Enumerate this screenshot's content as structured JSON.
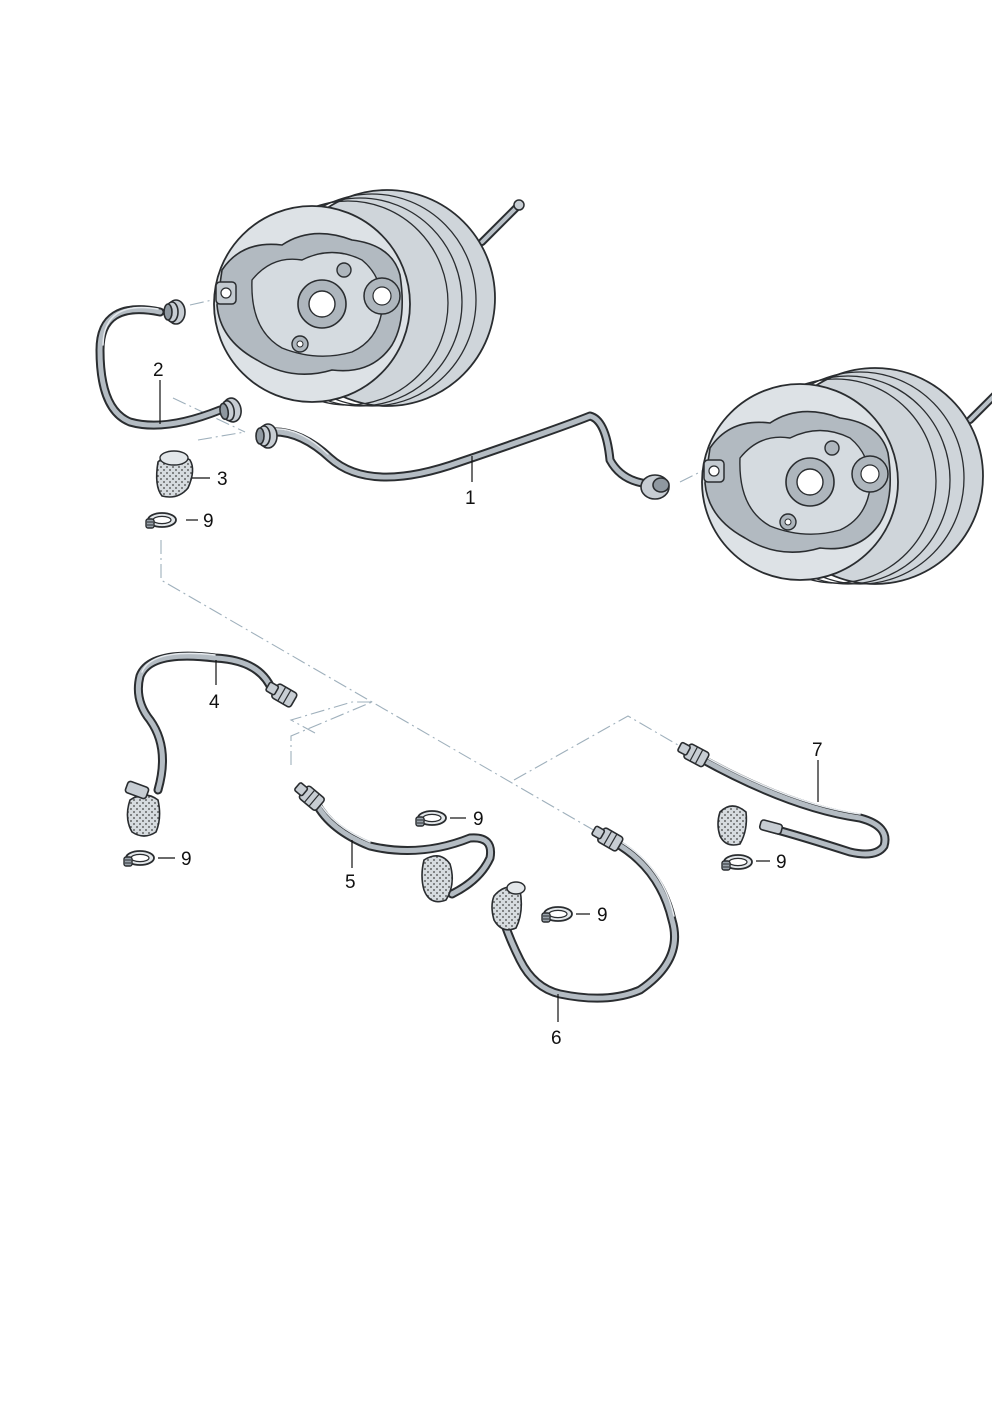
{
  "callouts": {
    "c1": "1",
    "c2": "2",
    "c3": "3",
    "c4": "4",
    "c5": "5",
    "c6": "6",
    "c7": "7",
    "c9": "9"
  }
}
